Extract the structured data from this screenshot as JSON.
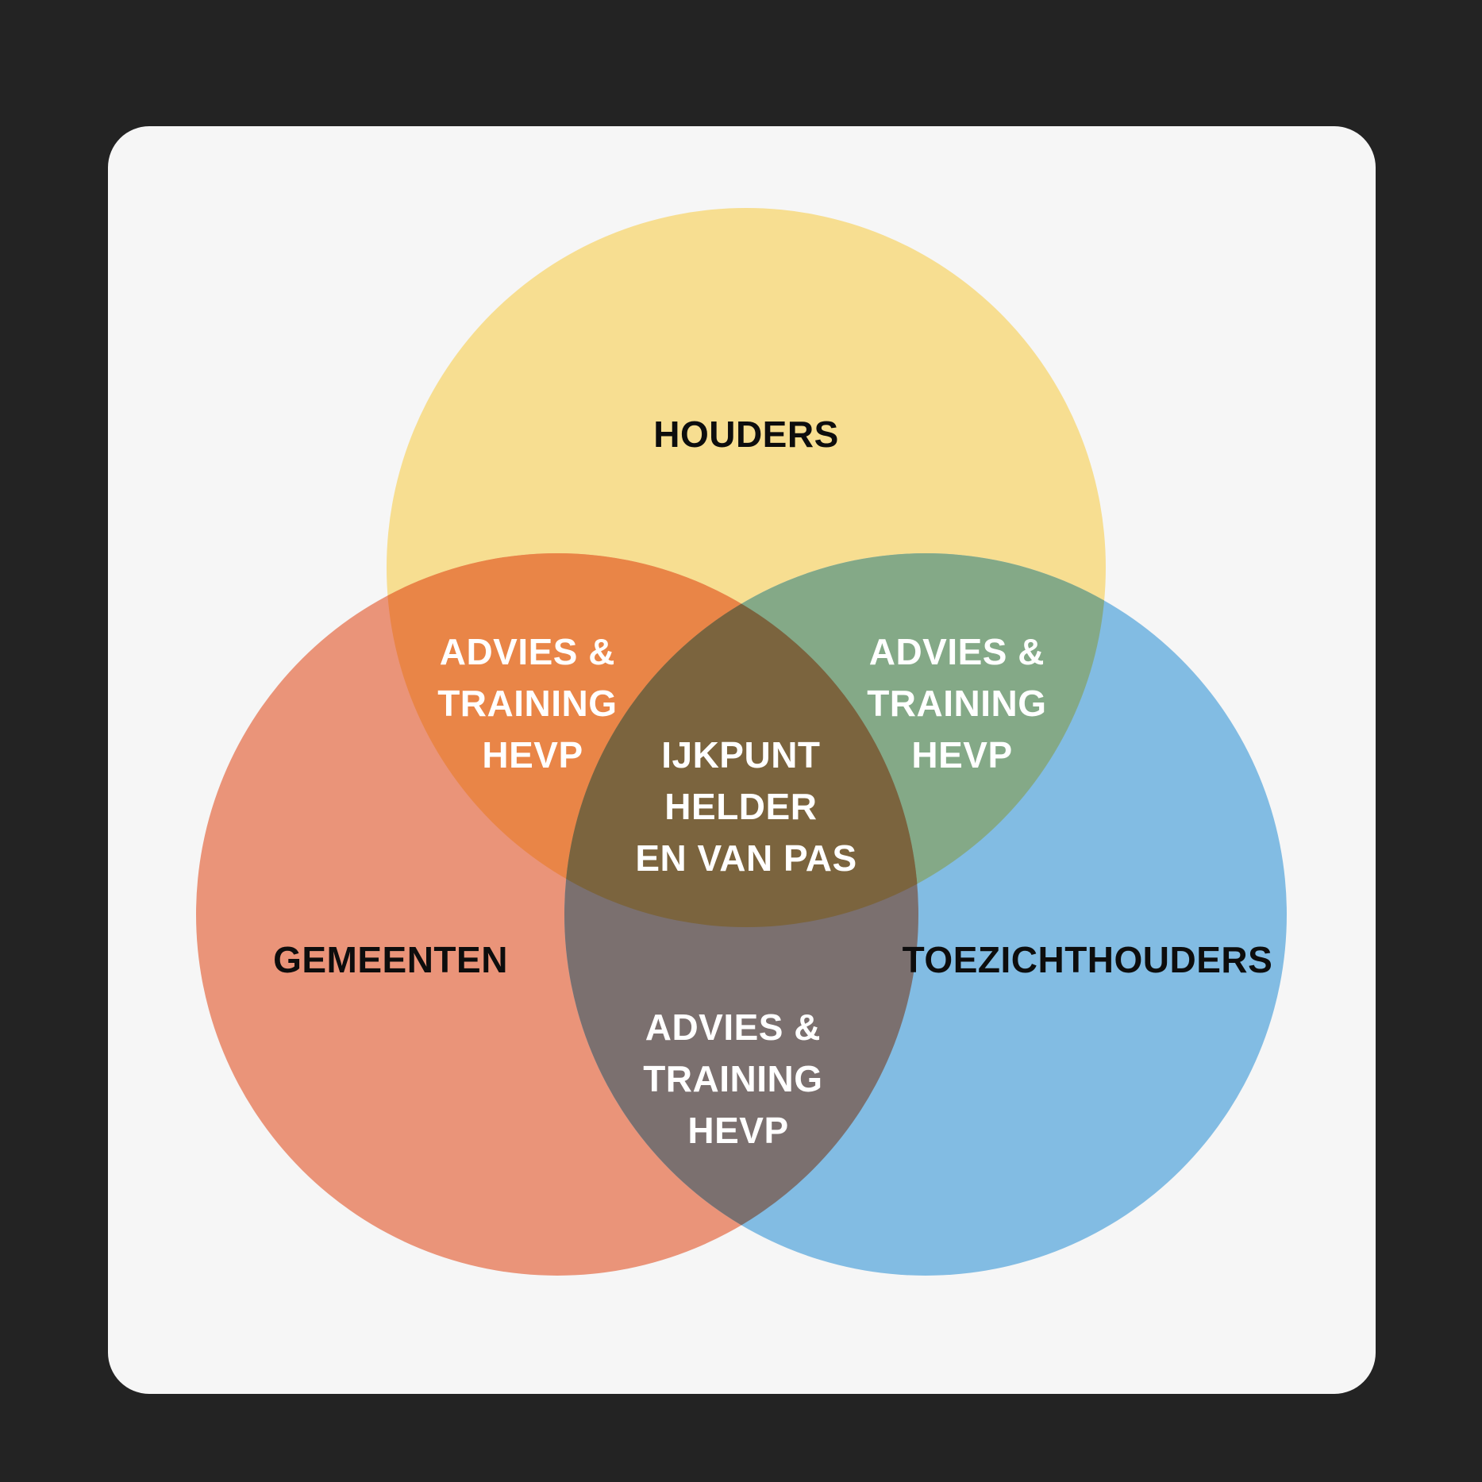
{
  "sets": {
    "top": {
      "label": "HOUDERS",
      "color": "#f7de91"
    },
    "left": {
      "label": "GEMEENTEN",
      "color": "#ea9479"
    },
    "right": {
      "label": "TOEZICHTHOUDERS",
      "color": "#82bce3"
    }
  },
  "regions": {
    "top_left": {
      "lines": [
        "ADVIES &",
        "TRAINING",
        "HEVP"
      ],
      "color": "#e98547"
    },
    "top_right": {
      "lines": [
        "ADVIES &",
        "TRAINING",
        "HEVP"
      ],
      "color": "#84a987"
    },
    "bottom": {
      "lines": [
        "ADVIES &",
        "TRAINING",
        "HEVP"
      ],
      "color": "#7b706f"
    },
    "center": {
      "lines": [
        "IJKPUNT",
        "HELDER",
        "EN VAN PAS"
      ],
      "color": "#7b643e"
    }
  },
  "colors": {
    "background": "#232323",
    "card": "#f6f6f6"
  }
}
